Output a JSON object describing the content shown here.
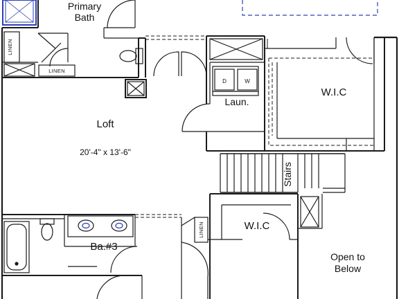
{
  "rooms": {
    "primary_bath": [
      "Primary",
      "Bath"
    ],
    "loft_name": "Loft",
    "loft_dim": "20'-4\" x 13'-6\"",
    "laundry": "Laun.",
    "wic_upper": "W.I.C",
    "wic_lower": "W.I.C",
    "bath3": "Ba.#3",
    "stairs": "Stairs",
    "open_below": [
      "Open to",
      "Below"
    ]
  },
  "storage": {
    "linen_left": "LINEN",
    "linen_mid": "LINEN",
    "linen_hall": "LINEN"
  },
  "appliances": {
    "dryer": "D",
    "washer": "W"
  }
}
